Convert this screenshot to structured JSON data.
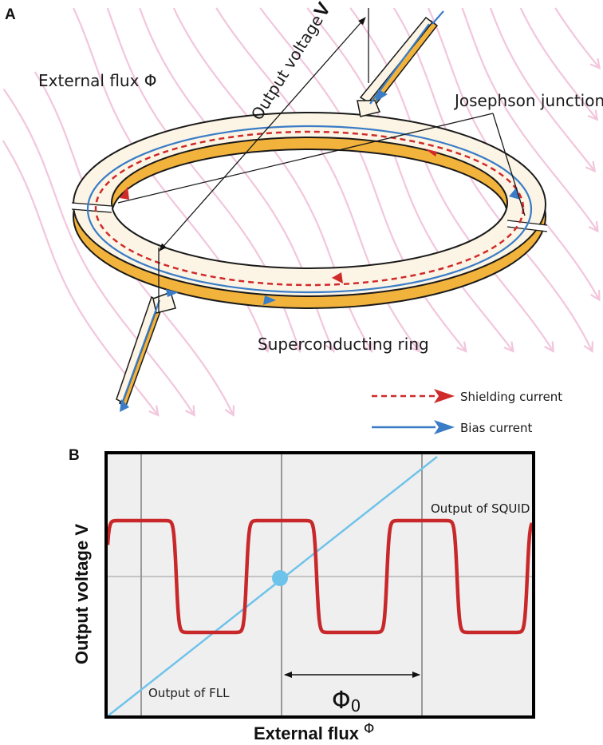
{
  "panel_a": {
    "letter": "A",
    "labels": {
      "external_flux": "External flux Φ",
      "output_voltage": "Output voltage",
      "output_voltage_symbol": "V",
      "josephson_junction": "Josephson junction",
      "superconducting_ring": "Superconducting ring"
    },
    "legend": {
      "shielding": "Shielding current",
      "bias": "Bias current"
    },
    "colors": {
      "flux_lines": "#f2c6dc",
      "ring_top": "#fcf5e6",
      "ring_side": "#f2b33c",
      "shielding": "#d02a2a",
      "bias": "#3a7cc6"
    }
  },
  "panel_b": {
    "letter": "B",
    "y_label": "Output voltage V",
    "x_label": "External flux",
    "x_label_symbol": "Φ",
    "squid_label": "Output of SQUID",
    "fll_label": "Output of FLL",
    "period_label": "Φ",
    "period_subscript": "0",
    "colors": {
      "background": "#efefef",
      "squid": "#c8282a",
      "fll": "#6ec3ea",
      "grid": "#9a9a9a"
    }
  }
}
